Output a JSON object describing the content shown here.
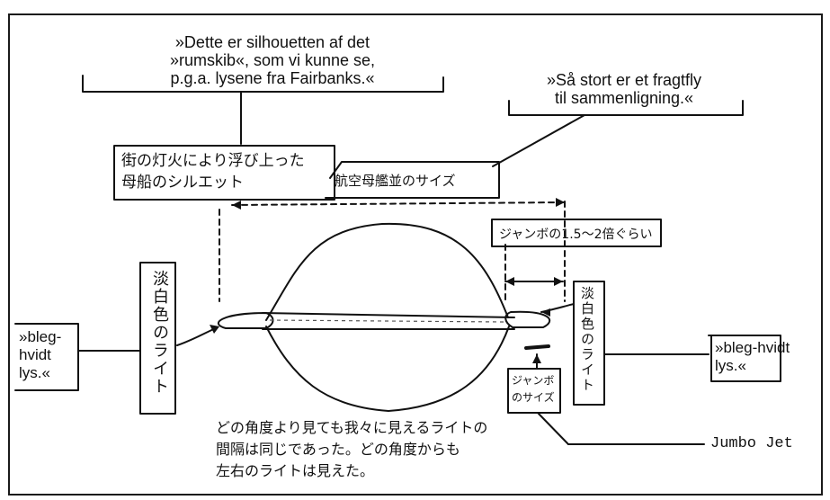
{
  "captions": {
    "silhouette": [
      "»Dette er silhouetten af det",
      "»rumskib«, som vi kunne se,",
      "p.g.a. lysene fra Fairbanks.«"
    ],
    "freighter": [
      "»Så stort er et fragtfly",
      "til sammenligning.«"
    ],
    "left_light": [
      "»bleg-",
      "hvidt",
      "lys.«"
    ],
    "right_light": [
      "»bleg-hvidt",
      "lys.«"
    ],
    "jumbo_jet": "Jumbo Jet"
  },
  "japanese": {
    "silhouette_box": [
      "街の灯火により浮び上った",
      "母船のシルエット"
    ],
    "carrier_box": "航空母艦並のサイズ",
    "ratio_box": "ジャンボの1.5〜2倍ぐらい",
    "left_light": "淡白色のライト",
    "right_light": "淡白色のライト",
    "jumbo_size": [
      "ジャンボ",
      "のサイズ"
    ],
    "note": [
      "どの角度より見ても我々に見えるライトの",
      "間隔は同じであった。どの角度からも",
      "左右のライトは見えた。"
    ]
  },
  "colors": {
    "ink": "#111111",
    "paper": "#ffffff"
  }
}
